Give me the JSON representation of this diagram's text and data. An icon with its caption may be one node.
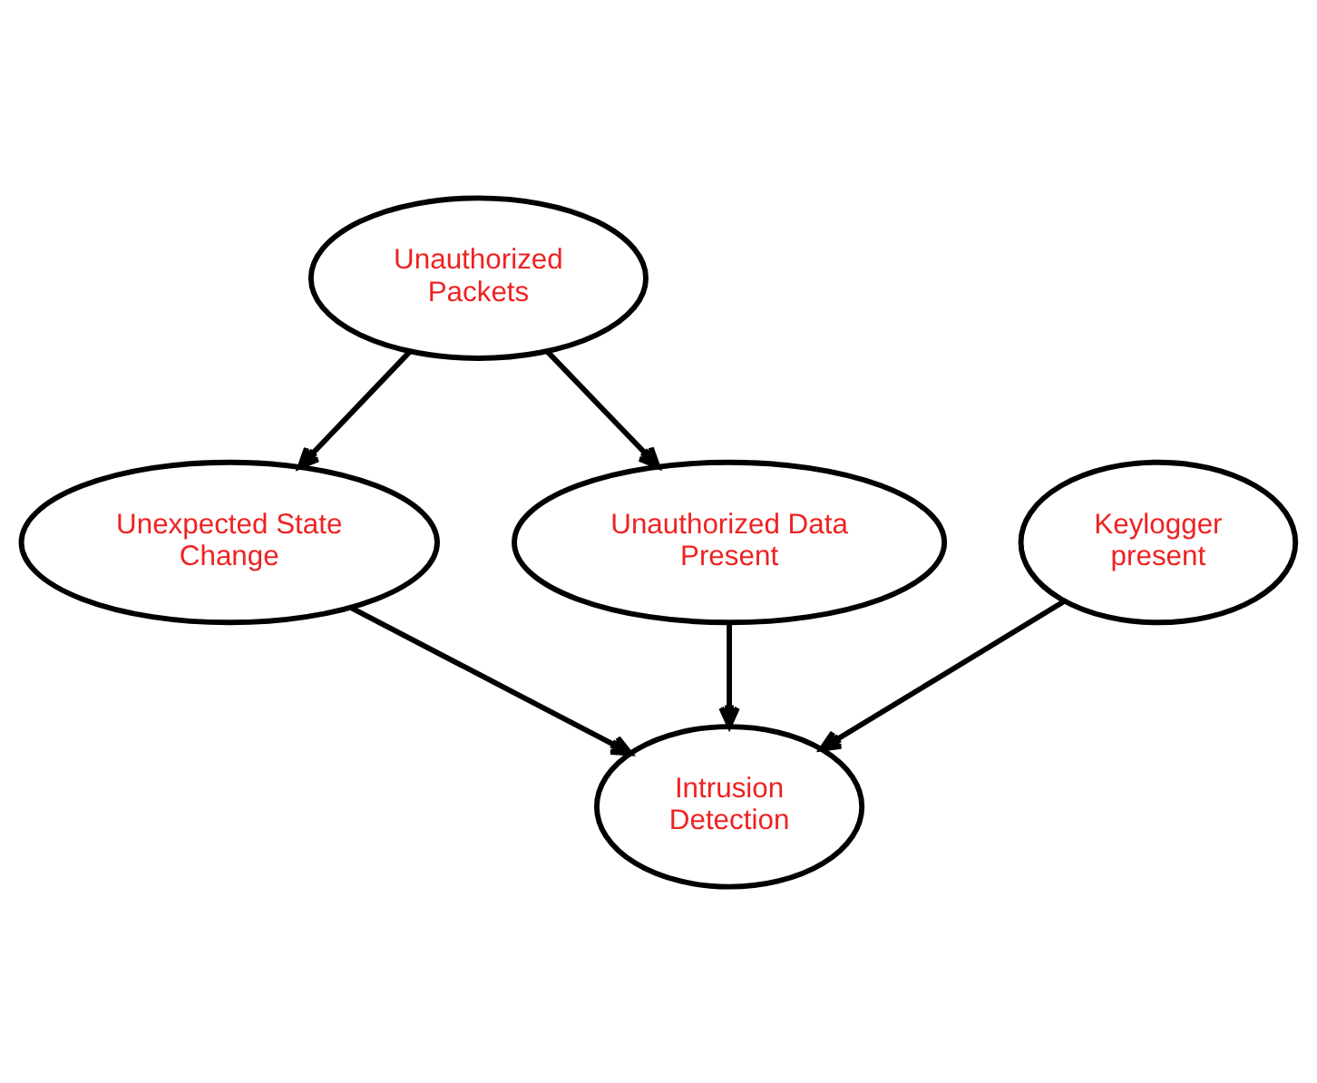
{
  "diagram": {
    "nodes": [
      {
        "text": [
          "Unauthorized Packets"
        ]
      },
      {
        "text": [
          "Keylogger present"
        ]
      },
      {
        "text": [
          "Unexpected State Change"
        ]
      },
      {
        "text": [
          "Unauthorized Data Present"
        ]
      },
      {
        "text": [
          "Intrusion Detection"
        ]
      }
    ],
    "edges": [
      {
        "from": 0,
        "to": 2,
        "arrow": "to"
      },
      {
        "from": 0,
        "to": 3,
        "arrow": "to"
      },
      {
        "from": 1,
        "to": 4,
        "arrow": "to"
      },
      {
        "from": 3,
        "to": 4,
        "arrow": "to"
      },
      {
        "from": 2,
        "to": 4,
        "arrow": "to"
      }
    ]
  }
}
